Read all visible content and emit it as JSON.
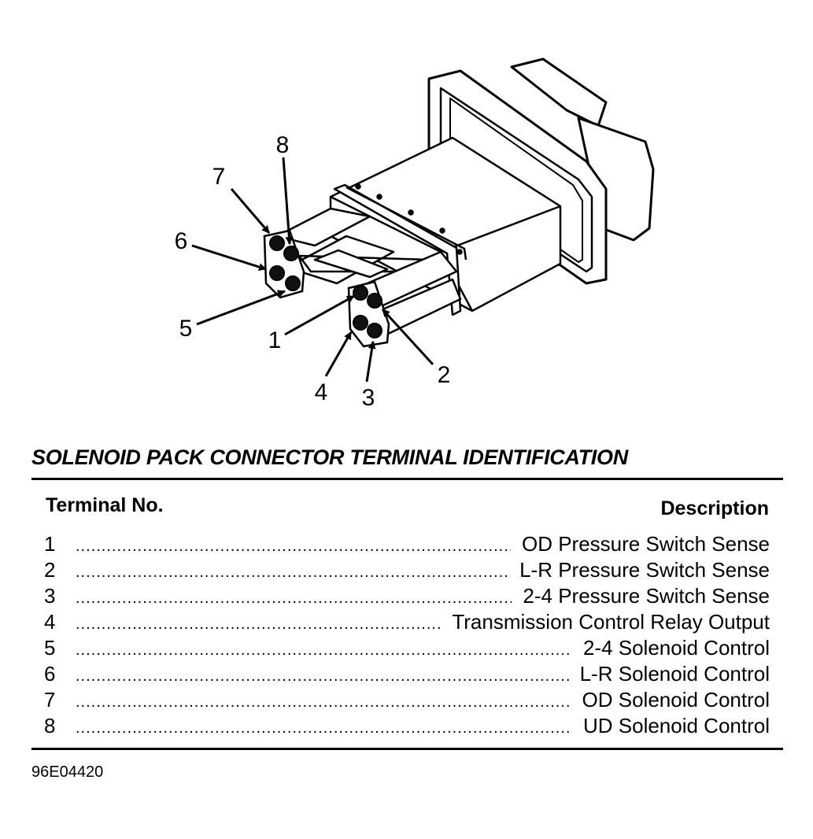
{
  "diagram": {
    "callouts": [
      "1",
      "2",
      "3",
      "4",
      "5",
      "6",
      "7",
      "8"
    ]
  },
  "table": {
    "title": "SOLENOID PACK CONNECTOR TERMINAL IDENTIFICATION",
    "header_terminal": "Terminal No.",
    "header_description": "Description",
    "rows": [
      {
        "terminal": "1",
        "description": "OD Pressure Switch Sense"
      },
      {
        "terminal": "2",
        "description": "L-R Pressure Switch Sense"
      },
      {
        "terminal": "3",
        "description": "2-4 Pressure Switch Sense"
      },
      {
        "terminal": "4",
        "description": "Transmission Control Relay Output"
      },
      {
        "terminal": "5",
        "description": "2-4 Solenoid Control"
      },
      {
        "terminal": "6",
        "description": "L-R Solenoid Control"
      },
      {
        "terminal": "7",
        "description": "OD Solenoid Control"
      },
      {
        "terminal": "8",
        "description": "UD Solenoid Control"
      }
    ]
  },
  "figure_code": "96E04420"
}
